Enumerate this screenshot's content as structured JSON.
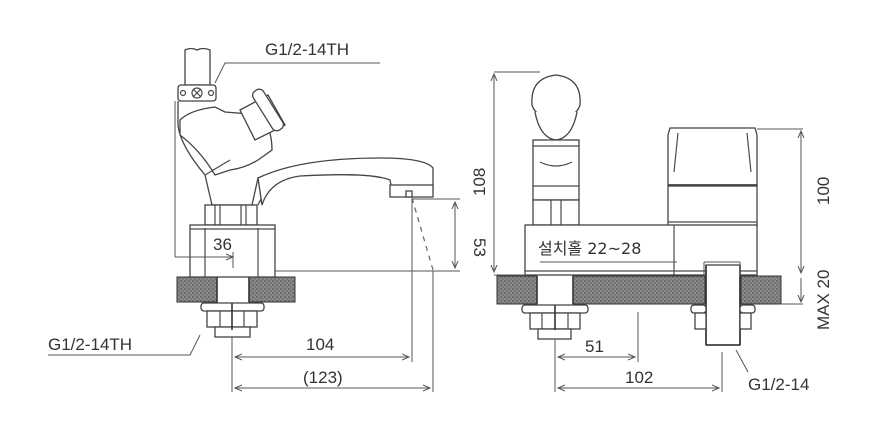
{
  "diagram": {
    "type": "faucet technical drawing",
    "views": [
      "side-view",
      "front-view"
    ],
    "colors": {
      "line": "#4a4a4a",
      "counter_hatch": "#7a7a7a",
      "background": "#ffffff"
    }
  },
  "side_view": {
    "labels": {
      "top_thread": "G1/2-14TH",
      "bottom_thread": "G1/2-14TH"
    },
    "dimensions": {
      "base_offset": "36",
      "spout_height": "53",
      "spout_reach": "104",
      "overall_reach": "(123)"
    }
  },
  "front_view": {
    "labels": {
      "install_hole": "설치홀 22~28",
      "supply_thread": "G1/2-14"
    },
    "dimensions": {
      "overall_height": "108",
      "handle_height": "100",
      "max_counter": "MAX 20",
      "center_offset": "51",
      "center_spacing": "102"
    }
  }
}
